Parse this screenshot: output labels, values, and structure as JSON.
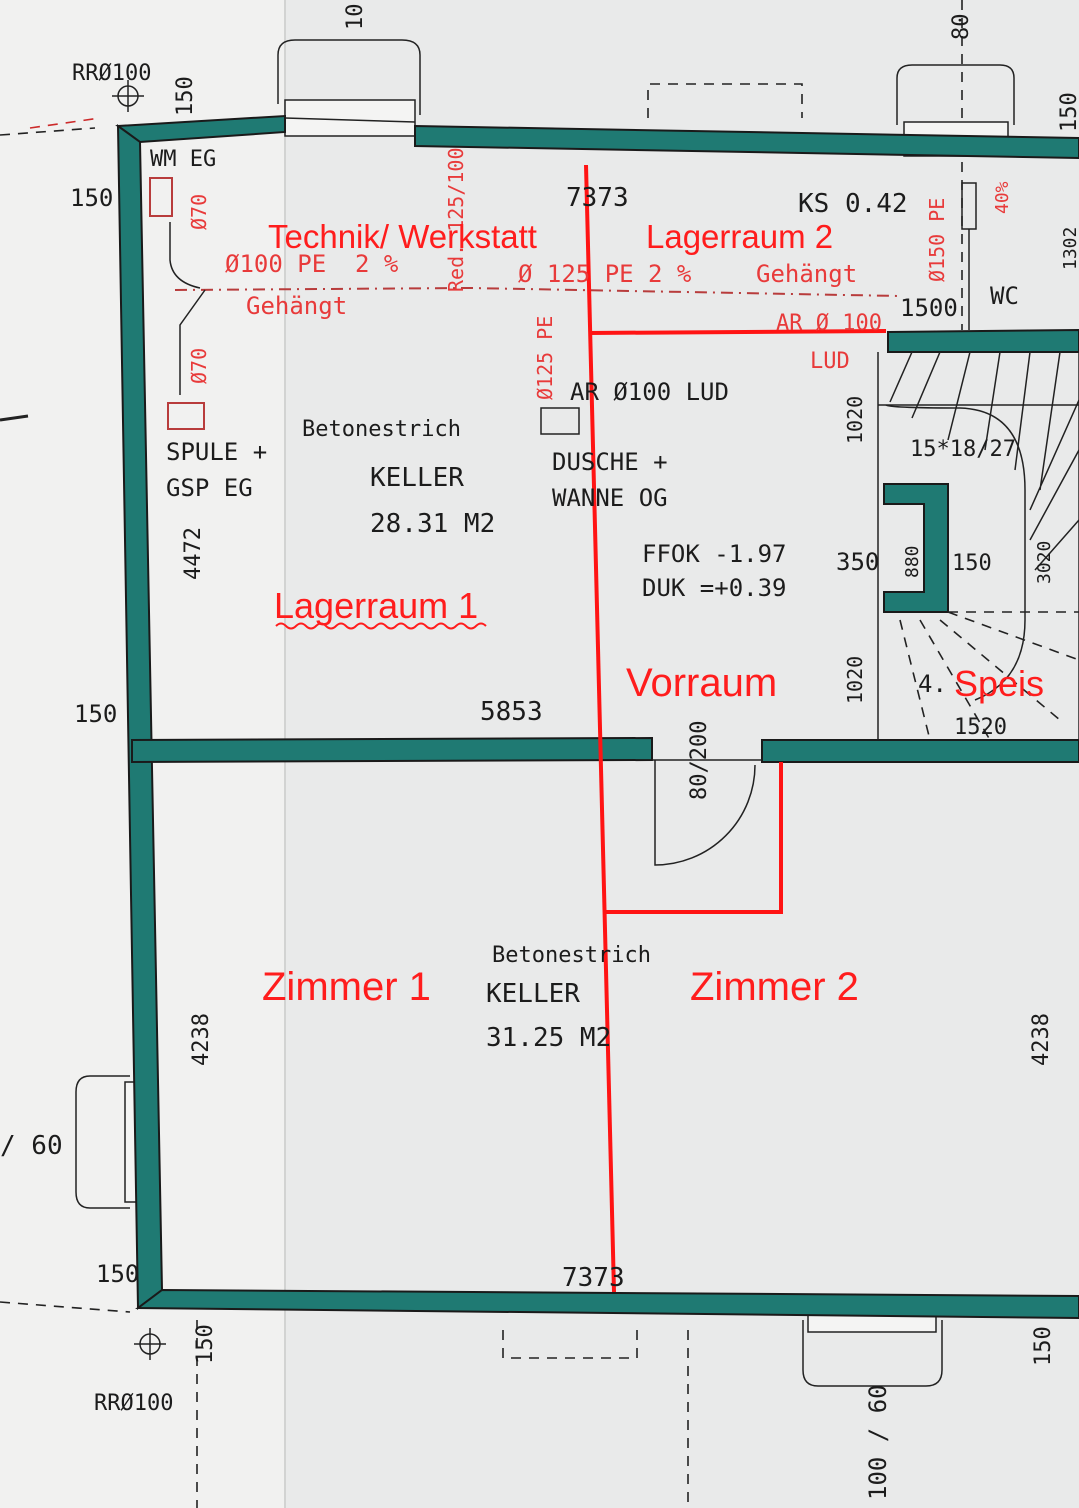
{
  "upper_room": {
    "technik": "Technik/ Werkstatt",
    "lagerraum2": "Lagerraum 2",
    "lagerraum1": "Lagerraum 1",
    "vorraum": "Vorraum",
    "speis": "Speis",
    "floor": "Betonestrich",
    "name": "KELLER",
    "area": "28.31 M2",
    "ffok": "FFOK -1.97",
    "duk": "DUK =+0.39",
    "ks": "KS 0.42",
    "wc": "WC",
    "wm": "WM EG",
    "spule1": "SPULE +",
    "spule2": "GSP EG",
    "dusche1": "DUSCHE +",
    "dusche2": "WANNE OG",
    "ar_lud": "AR Ø100 LUD",
    "ar100": "AR Ø 100",
    "lud": "LUD",
    "pipe100": "Ø100 PE",
    "pipe125": "Ø 125 PE",
    "pipe125v": "Ø125 PE",
    "pipe150v": "Ø150 PE",
    "slope": "2 %",
    "slope2": "2 %",
    "gehaengt1": "Gehängt",
    "gehaengt2": "Gehängt",
    "red": "Red. 125/100",
    "d70a": "Ø70",
    "d70b": "Ø70",
    "stair": "15*18/27",
    "speis_dim": "4.",
    "rr_top": "RRØ100"
  },
  "lower_room": {
    "zimmer1": "Zimmer 1",
    "zimmer2": "Zimmer 2",
    "floor": "Betonestrich",
    "name": "KELLER",
    "area": "31.25 M2",
    "rr_bottom": "RRØ100"
  },
  "dimensions": {
    "d7373_top": "7373",
    "d7373_bottom": "7373",
    "d5853": "5853",
    "d4472": "4472",
    "d4238_left": "4238",
    "d4238_right": "4238",
    "d150_left_top": "150",
    "d150_left_mid": "150",
    "d150_left_bot": "150",
    "d150_top_a": "150",
    "d150_top_b": "150",
    "d150_bot_a": "150",
    "d150_bot_b": "150",
    "d1500": "1500",
    "d1020_a": "1020",
    "d1020_b": "1020",
    "d350": "350",
    "d880": "880",
    "d1520": "1520",
    "d150_stair": "150",
    "d3020": "3020",
    "d80": "80",
    "d10": "10",
    "door": "80/200",
    "win_left": "/ 60",
    "win_bottom": "100 / 60",
    "d40": "40%",
    "d1302": "1302"
  },
  "colors": {
    "wall": "#1f7a73",
    "annotation": "#ff1d1d",
    "paper": "#e9eaea",
    "ink": "#1c1c1c"
  }
}
